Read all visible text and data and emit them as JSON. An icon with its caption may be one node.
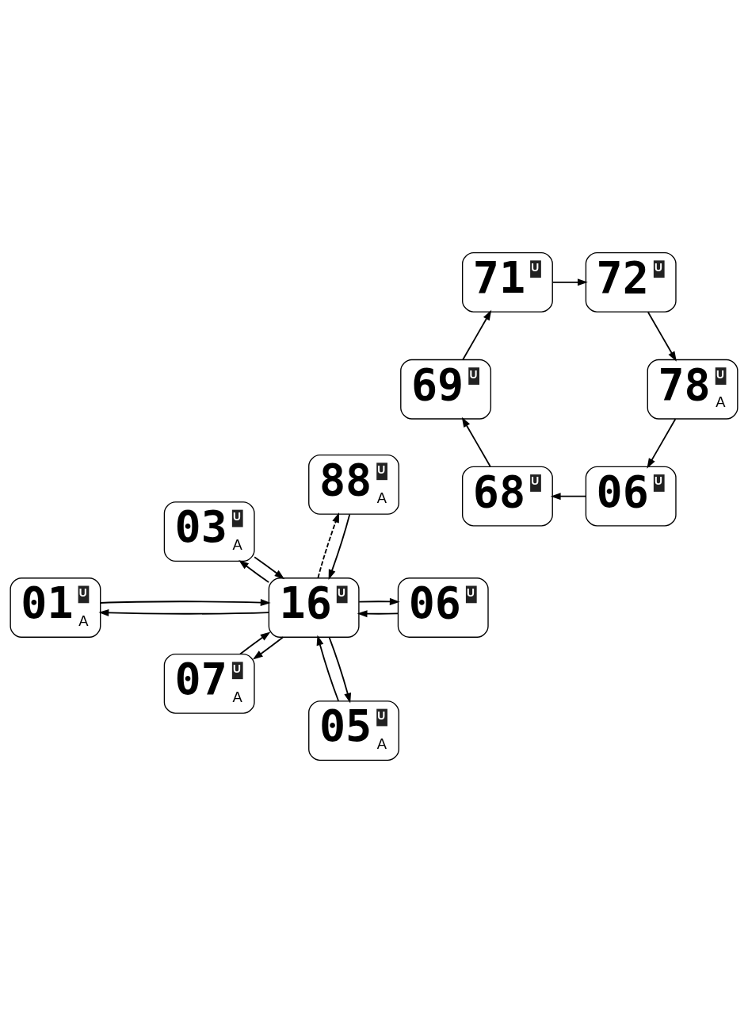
{
  "diagram": {
    "nodes": [
      {
        "text": [
          "01",
          "U",
          "A"
        ]
      },
      {
        "text": [
          "88",
          "U",
          "A"
        ]
      },
      {
        "text": [
          "03",
          "U",
          "A"
        ]
      },
      {
        "text": [
          "16",
          "U"
        ]
      },
      {
        "text": [
          "07",
          "U",
          "A"
        ]
      },
      {
        "text": [
          "05",
          "U",
          "A"
        ]
      },
      {
        "text": [
          "06",
          "U"
        ]
      },
      {
        "text": [
          "06",
          "U"
        ]
      },
      {
        "text": [
          "78",
          "U",
          "A"
        ]
      },
      {
        "text": [
          "68",
          "U"
        ]
      },
      {
        "text": [
          "72",
          "U"
        ]
      },
      {
        "text": [
          "69",
          "U"
        ]
      },
      {
        "text": [
          "71",
          "U"
        ]
      }
    ],
    "edges": [
      {
        "from": 1,
        "to": 3,
        "arrow": "to"
      },
      {
        "from": 3,
        "to": 1,
        "arrow": "to",
        "style": "dashed"
      },
      {
        "from": 3,
        "to": 0,
        "arrow": "to"
      },
      {
        "from": 0,
        "to": 3,
        "arrow": "to"
      },
      {
        "from": 3,
        "to": 2,
        "arrow": "to"
      },
      {
        "from": 2,
        "to": 3,
        "arrow": "to"
      },
      {
        "from": 3,
        "to": 5,
        "arrow": "to"
      },
      {
        "from": 5,
        "to": 3,
        "arrow": "to"
      },
      {
        "from": 3,
        "to": 6,
        "arrow": "to"
      },
      {
        "from": 6,
        "to": 3,
        "arrow": "to"
      },
      {
        "from": 4,
        "to": 3,
        "arrow": "to"
      },
      {
        "from": 3,
        "to": 4,
        "arrow": "to"
      },
      {
        "from": 8,
        "to": 7,
        "arrow": "to"
      },
      {
        "from": 7,
        "to": 9,
        "arrow": "to"
      },
      {
        "from": 9,
        "to": 11,
        "arrow": "to"
      },
      {
        "from": 11,
        "to": 12,
        "arrow": "to"
      },
      {
        "from": 12,
        "to": 10,
        "arrow": "to"
      },
      {
        "from": 10,
        "to": 8,
        "arrow": "to"
      }
    ]
  }
}
